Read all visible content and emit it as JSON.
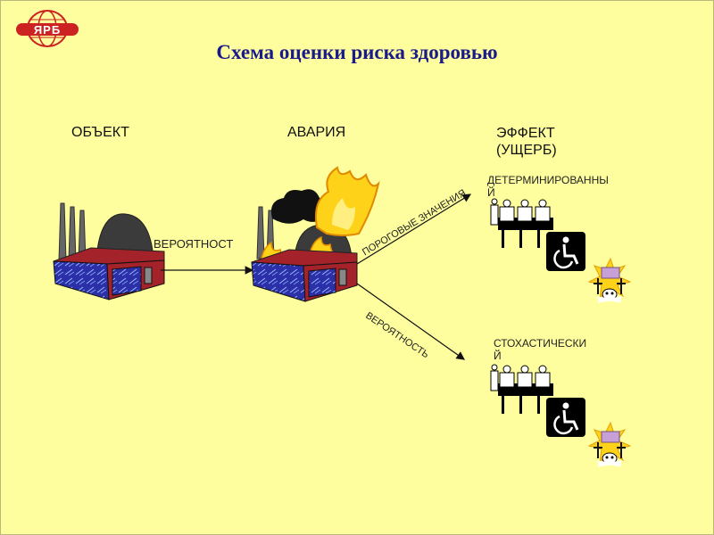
{
  "logo": {
    "text": "ЯРБ"
  },
  "title": "Схема оценки риска здоровью",
  "headers": {
    "object": "ОБЪЕКТ",
    "accident": "АВАРИЯ",
    "effect_line1": "ЭФФЕКТ",
    "effect_line2": "(УЩЕРБ)"
  },
  "labels": {
    "probability_short": "ВЕРОЯТНОСТ",
    "threshold": "ПОРОГОВЫЕ ЗНАЧЕНИЯ",
    "probability": "ВЕРОЯТНОСТЬ",
    "deterministic_line1": "ДЕТЕРМИНИРОВАННЫ",
    "deterministic_line2": "Й",
    "stochastic_line1": "СТОХАСТИЧЕСКИ",
    "stochastic_line2": "Й"
  },
  "icons": [
    "factory-icon",
    "burning-factory-icon",
    "patients-icon",
    "wheelchair-icon",
    "death-icon"
  ],
  "colors": {
    "background": "#fefe9e",
    "title": "#1a1a8a",
    "building": "#2b2fa8",
    "roof": "#a4232a",
    "fire": "#ffd21a"
  }
}
